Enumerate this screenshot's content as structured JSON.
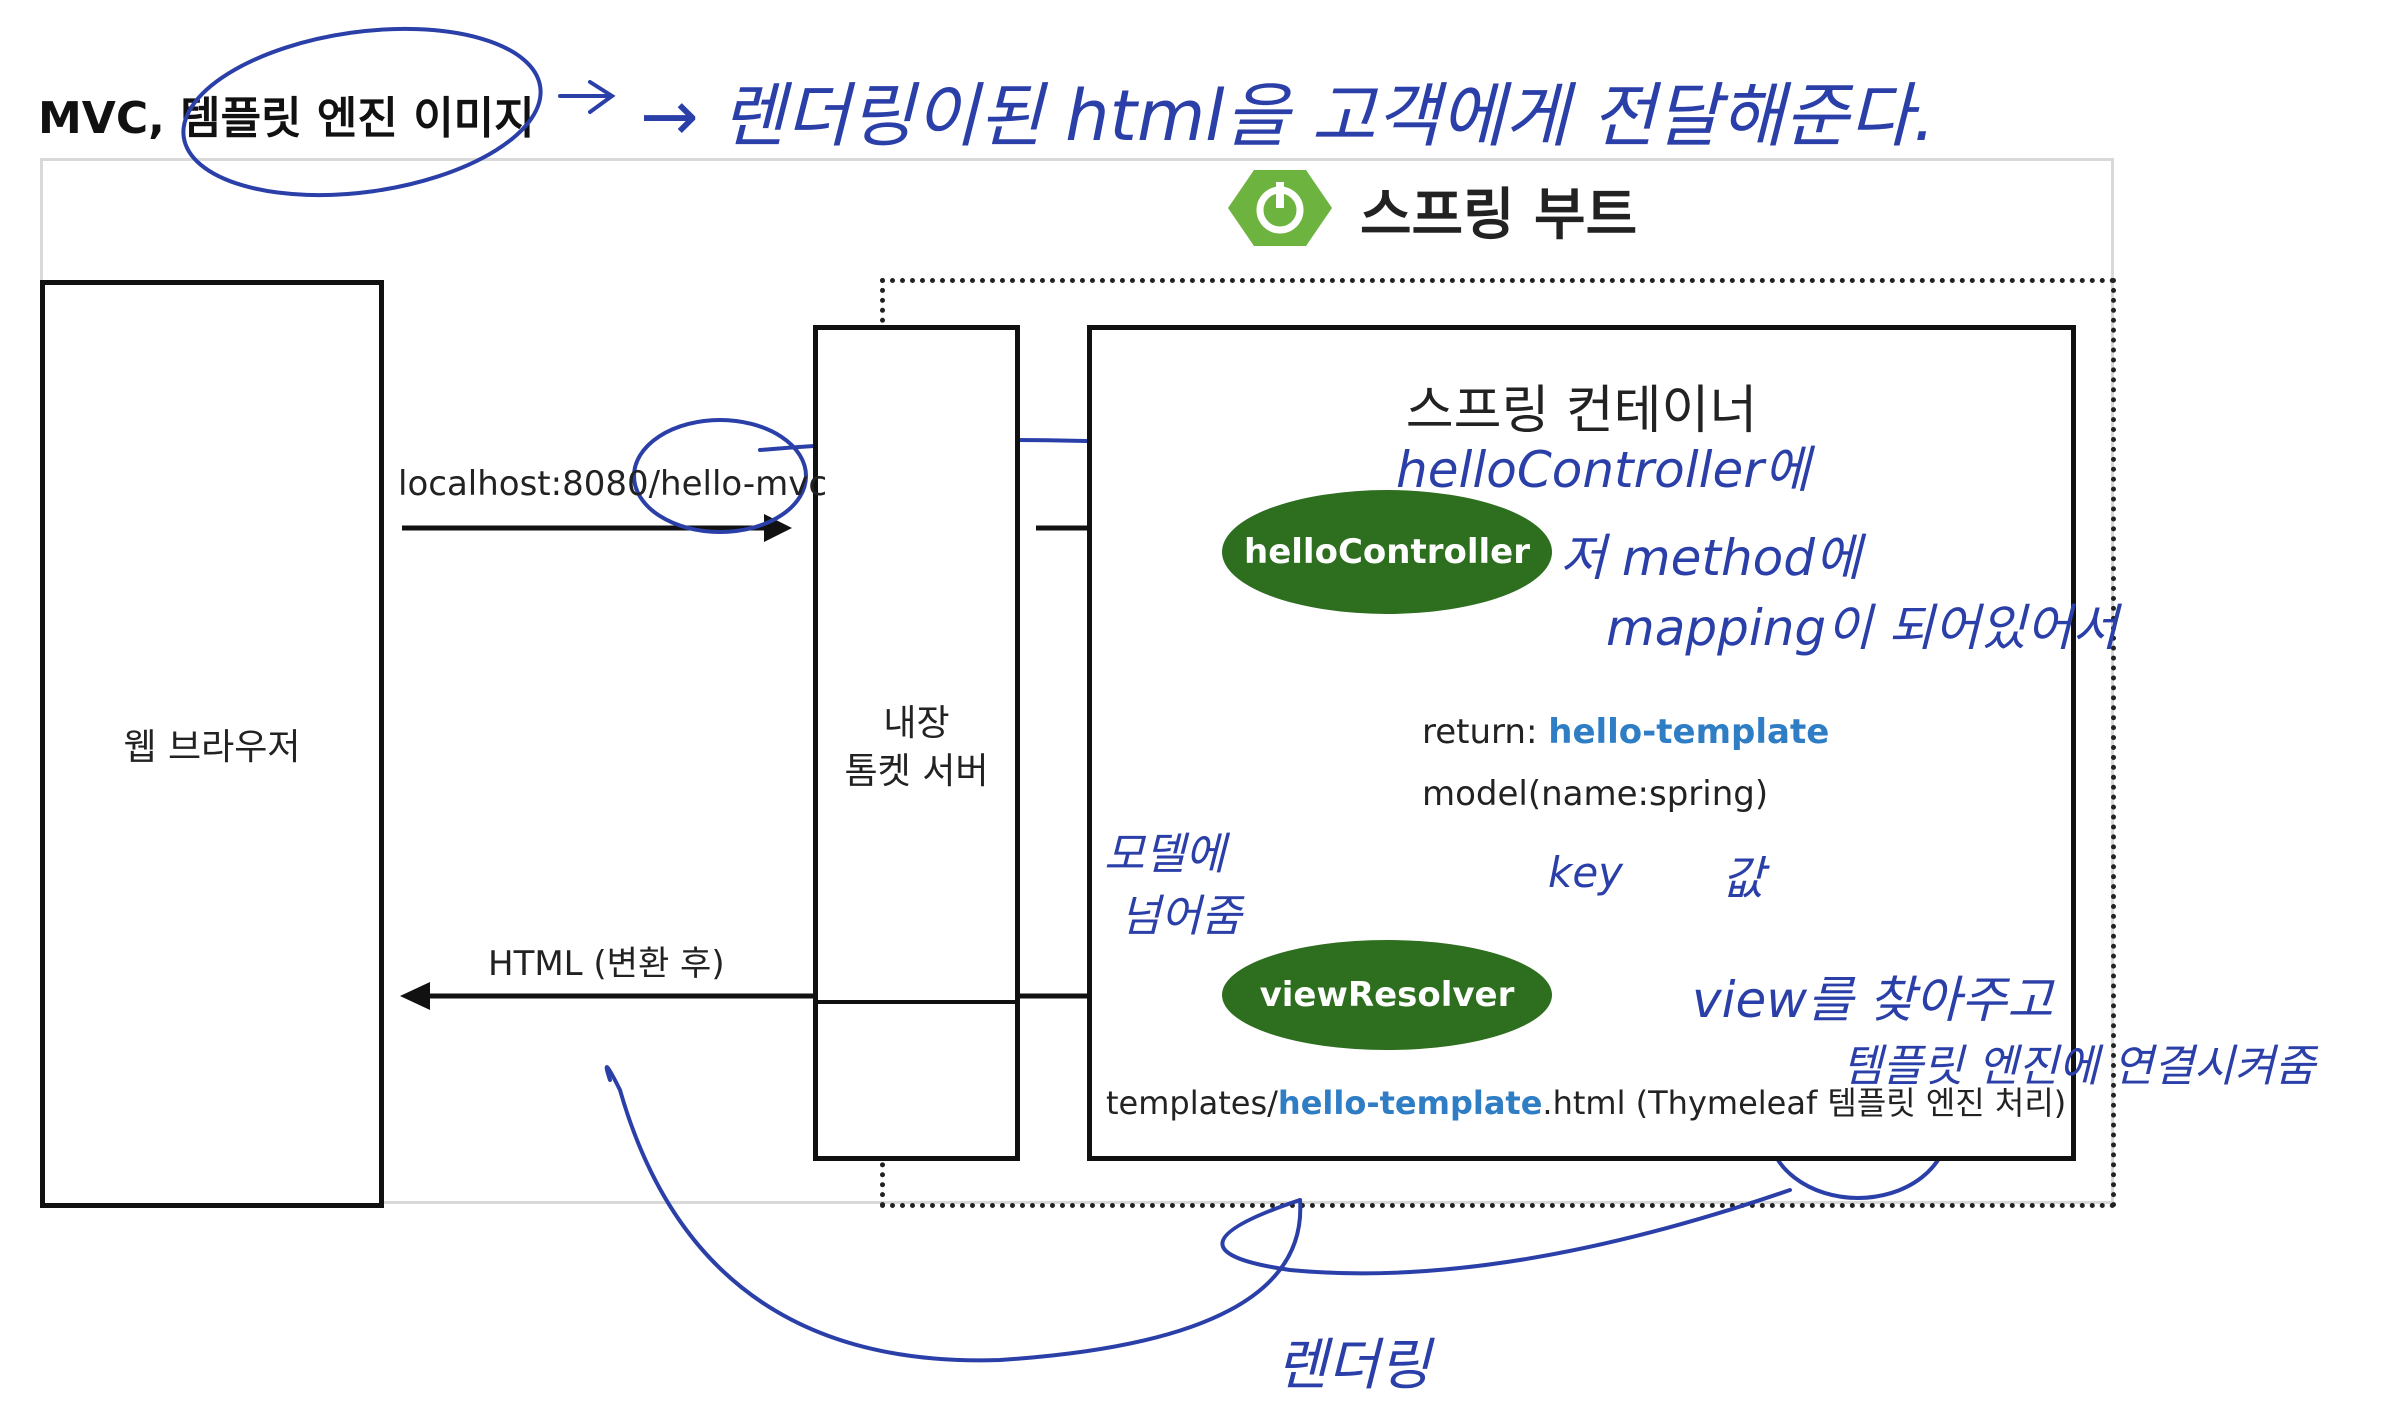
{
  "title": "MVC, 템플릿 엔진 이미지",
  "spring_boot": {
    "label": "스프링 부트",
    "colors": {
      "logo_green": "#6db33f",
      "controller_green": "#2e6e1f",
      "ink_blue": "#2b3fa8",
      "template_blue": "#2f7dc4"
    }
  },
  "browser": {
    "label": "웹 브라우저"
  },
  "tomcat": {
    "line1": "내장",
    "line2": "톰켓 서버"
  },
  "container": {
    "label": "스프링 컨테이너"
  },
  "request": {
    "url": "localhost:8080/hello-mvc"
  },
  "response": {
    "label": "HTML (변환 후)"
  },
  "controller": {
    "label": "helloController"
  },
  "view_resolver": {
    "label": "viewResolver"
  },
  "return_line": {
    "prefix": "return: ",
    "value": "hello-template"
  },
  "model_line": {
    "text": "model(name:spring)"
  },
  "template_line": {
    "prefix": "templates/",
    "name": "hello-template",
    "suffix": ".html (Thymeleaf 템플릿 엔진 처리)"
  },
  "annotations": {
    "top_note": "→ 렌더링이된 html을 고객에게 전달해준다.",
    "controller_note_1": "helloController에",
    "controller_note_2": "저 method에",
    "controller_note_3": "mapping이 되어있어서",
    "model_note_1": "모델에",
    "model_note_2": "넘어줌",
    "key_note": "key",
    "value_note": "값",
    "view_note_1": "view를 찾아주고",
    "view_note_2": "템플릿 엔진에 연결시켜줌",
    "render_note": "렌더링"
  }
}
